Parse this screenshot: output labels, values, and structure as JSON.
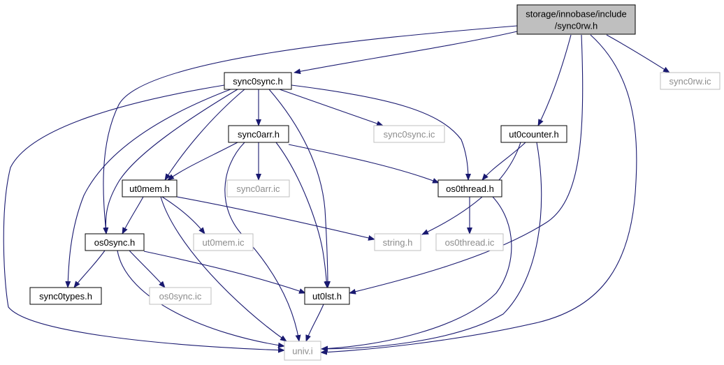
{
  "colors": {
    "edge": "#191970",
    "root_fill": "#bfbfbf",
    "node_border": "#000000",
    "external_border": "#bfbfbf",
    "external_text": "#8c8c8c",
    "text": "#000000"
  },
  "nodes": {
    "root": {
      "lines": [
        "storage/innobase/include",
        "/sync0rw.h"
      ],
      "style": "root"
    },
    "sync0sync_h": {
      "lines": [
        "sync0sync.h"
      ],
      "style": "normal"
    },
    "sync0rw_ic": {
      "lines": [
        "sync0rw.ic"
      ],
      "style": "external"
    },
    "sync0arr_h": {
      "lines": [
        "sync0arr.h"
      ],
      "style": "normal"
    },
    "sync0sync_ic": {
      "lines": [
        "sync0sync.ic"
      ],
      "style": "external"
    },
    "ut0counter_h": {
      "lines": [
        "ut0counter.h"
      ],
      "style": "normal"
    },
    "ut0mem_h": {
      "lines": [
        "ut0mem.h"
      ],
      "style": "normal"
    },
    "sync0arr_ic": {
      "lines": [
        "sync0arr.ic"
      ],
      "style": "external"
    },
    "os0thread_h": {
      "lines": [
        "os0thread.h"
      ],
      "style": "normal"
    },
    "os0sync_h": {
      "lines": [
        "os0sync.h"
      ],
      "style": "normal"
    },
    "ut0mem_ic": {
      "lines": [
        "ut0mem.ic"
      ],
      "style": "external"
    },
    "string_h": {
      "lines": [
        "string.h"
      ],
      "style": "external"
    },
    "os0thread_ic": {
      "lines": [
        "os0thread.ic"
      ],
      "style": "external"
    },
    "sync0types_h": {
      "lines": [
        "sync0types.h"
      ],
      "style": "normal"
    },
    "os0sync_ic": {
      "lines": [
        "os0sync.ic"
      ],
      "style": "external"
    },
    "ut0lst_h": {
      "lines": [
        "ut0lst.h"
      ],
      "style": "normal"
    },
    "univ_i": {
      "lines": [
        "univ.i"
      ],
      "style": "external"
    }
  },
  "edges": [
    [
      "root",
      "sync0sync_h"
    ],
    [
      "root",
      "sync0rw_ic"
    ],
    [
      "root",
      "ut0counter_h"
    ],
    [
      "root",
      "os0sync_h"
    ],
    [
      "root",
      "ut0lst_h"
    ],
    [
      "root",
      "univ_i"
    ],
    [
      "sync0sync_h",
      "sync0arr_h"
    ],
    [
      "sync0sync_h",
      "sync0sync_ic"
    ],
    [
      "sync0sync_h",
      "os0thread_h"
    ],
    [
      "sync0sync_h",
      "ut0mem_h"
    ],
    [
      "sync0sync_h",
      "os0sync_h"
    ],
    [
      "sync0sync_h",
      "sync0types_h"
    ],
    [
      "sync0sync_h",
      "ut0lst_h"
    ],
    [
      "sync0sync_h",
      "univ_i"
    ],
    [
      "sync0arr_h",
      "ut0mem_h"
    ],
    [
      "sync0arr_h",
      "sync0arr_ic"
    ],
    [
      "sync0arr_h",
      "os0thread_h"
    ],
    [
      "sync0arr_h",
      "ut0lst_h"
    ],
    [
      "sync0arr_h",
      "univ_i"
    ],
    [
      "ut0counter_h",
      "os0thread_h"
    ],
    [
      "ut0counter_h",
      "string_h"
    ],
    [
      "ut0counter_h",
      "univ_i"
    ],
    [
      "ut0mem_h",
      "os0sync_h"
    ],
    [
      "ut0mem_h",
      "ut0mem_ic"
    ],
    [
      "ut0mem_h",
      "string_h"
    ],
    [
      "ut0mem_h",
      "univ_i"
    ],
    [
      "os0thread_h",
      "os0thread_ic"
    ],
    [
      "os0thread_h",
      "univ_i"
    ],
    [
      "os0sync_h",
      "sync0types_h"
    ],
    [
      "os0sync_h",
      "os0sync_ic"
    ],
    [
      "os0sync_h",
      "ut0lst_h"
    ],
    [
      "os0sync_h",
      "univ_i"
    ],
    [
      "ut0lst_h",
      "univ_i"
    ]
  ]
}
